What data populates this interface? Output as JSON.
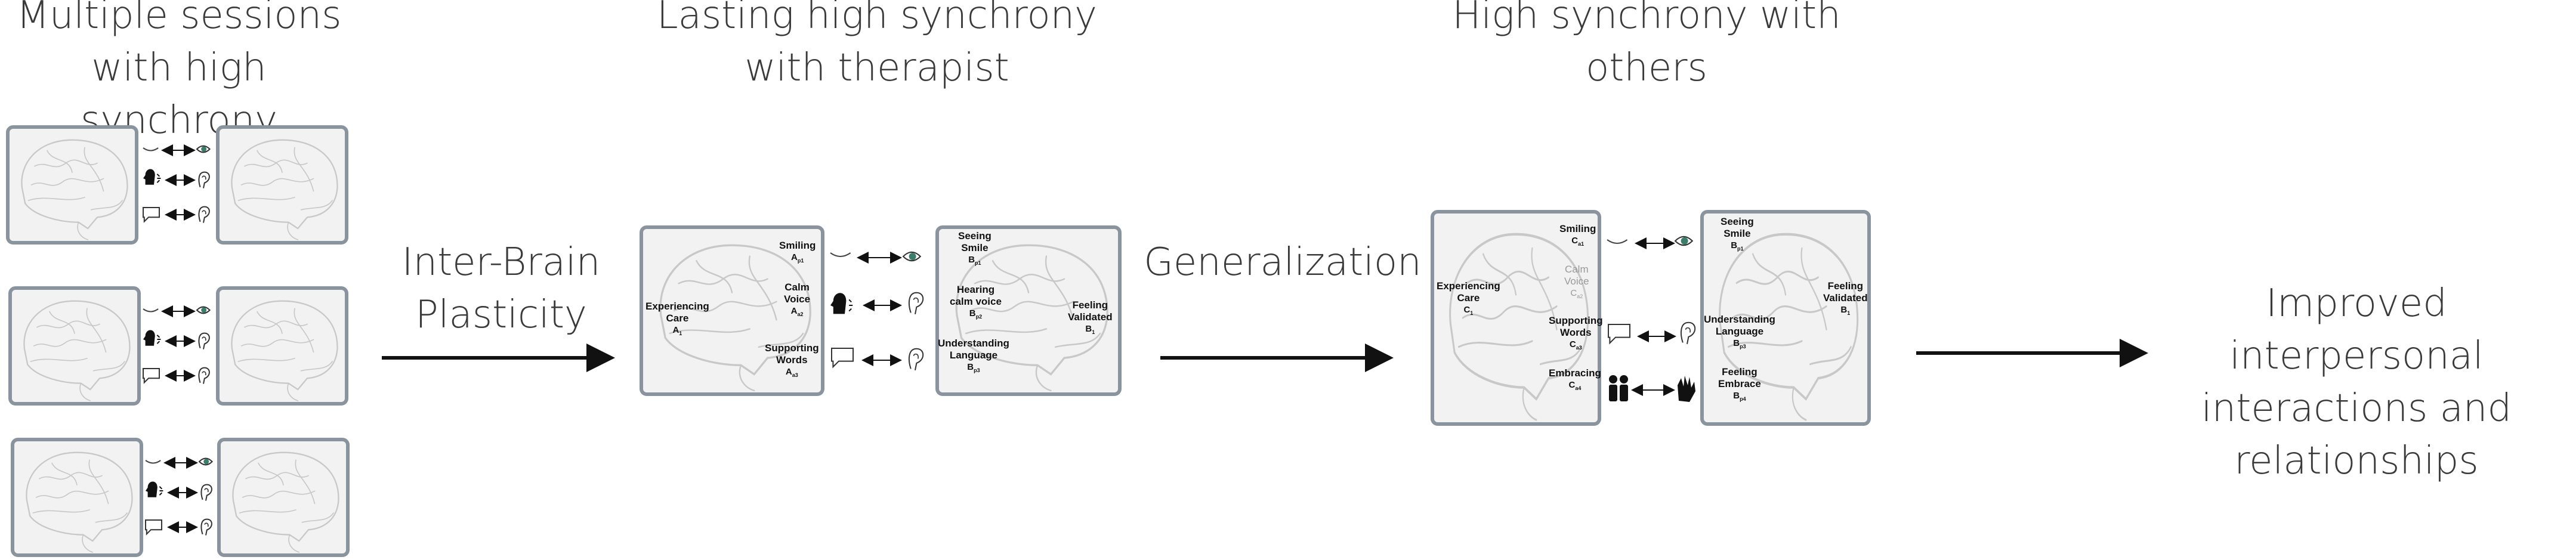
{
  "headings": {
    "multiple_sessions": [
      "Multiple sessions",
      "with high synchrony"
    ],
    "lasting": [
      "Lasting high synchrony",
      "with therapist"
    ],
    "others": [
      "High synchrony with",
      "others"
    ],
    "outcome": [
      "Improved interpersonal",
      "interactions and",
      "relationships"
    ]
  },
  "transitions": {
    "plasticity": [
      "Inter-Brain",
      "Plasticity"
    ],
    "generalization": [
      "Generalization"
    ]
  },
  "therapist_left": {
    "experiencing_care": {
      "line1": "Experiencing",
      "line2": "Care",
      "code": "A",
      "sub": "1"
    },
    "smiling": {
      "line1": "Smiling",
      "line2": "",
      "code": "A",
      "sub": "p1"
    },
    "calm_voice": {
      "line1": "Calm",
      "line2": "Voice",
      "code": "A",
      "sub": "a2"
    },
    "supporting_words": {
      "line1": "Supporting",
      "line2": "Words",
      "code": "A",
      "sub": "a3"
    }
  },
  "therapist_right": {
    "seeing_smile": {
      "line1": "Seeing",
      "line2": "Smile",
      "code": "B",
      "sub": "p1"
    },
    "hearing_calm_voice": {
      "line1": "Hearing",
      "line2": "calm voice",
      "code": "B",
      "sub": "p2"
    },
    "understanding_language": {
      "line1": "Understanding",
      "line2": "Language",
      "code": "B",
      "sub": "p3"
    },
    "feeling_validated": {
      "line1": "Feeling",
      "line2": "Validated",
      "code": "B",
      "sub": "1"
    }
  },
  "others_left": {
    "experiencing_care": {
      "line1": "Experiencing",
      "line2": "Care",
      "code": "C",
      "sub": "1"
    },
    "smiling": {
      "line1": "Smiling",
      "line2": "",
      "code": "C",
      "sub": "a1"
    },
    "calm_voice": {
      "line1": "Calm",
      "line2": "Voice",
      "code": "C",
      "sub": "a2"
    },
    "supporting_words": {
      "line1": "Supporting",
      "line2": "Words",
      "code": "C",
      "sub": "a3"
    },
    "embracing": {
      "line1": "Embracing",
      "line2": "",
      "code": "C",
      "sub": "a4"
    }
  },
  "others_right": {
    "seeing_smile": {
      "line1": "Seeing",
      "line2": "Smile",
      "code": "B",
      "sub": "p1"
    },
    "understanding_language": {
      "line1": "Understanding",
      "line2": "Language",
      "code": "B",
      "sub": "p3"
    },
    "feeling_embrace": {
      "line1": "Feeling",
      "line2": "Embrace",
      "code": "B",
      "sub": "p4"
    },
    "feeling_validated": {
      "line1": "Feeling",
      "line2": "Validated",
      "code": "B",
      "sub": "1"
    }
  },
  "colors": {
    "frame": "#8a949e",
    "brain_fill": "#f2f2f2",
    "brain_line": "#c8c8c8",
    "arrow": "#111111",
    "blocked": "#e03c3c"
  }
}
